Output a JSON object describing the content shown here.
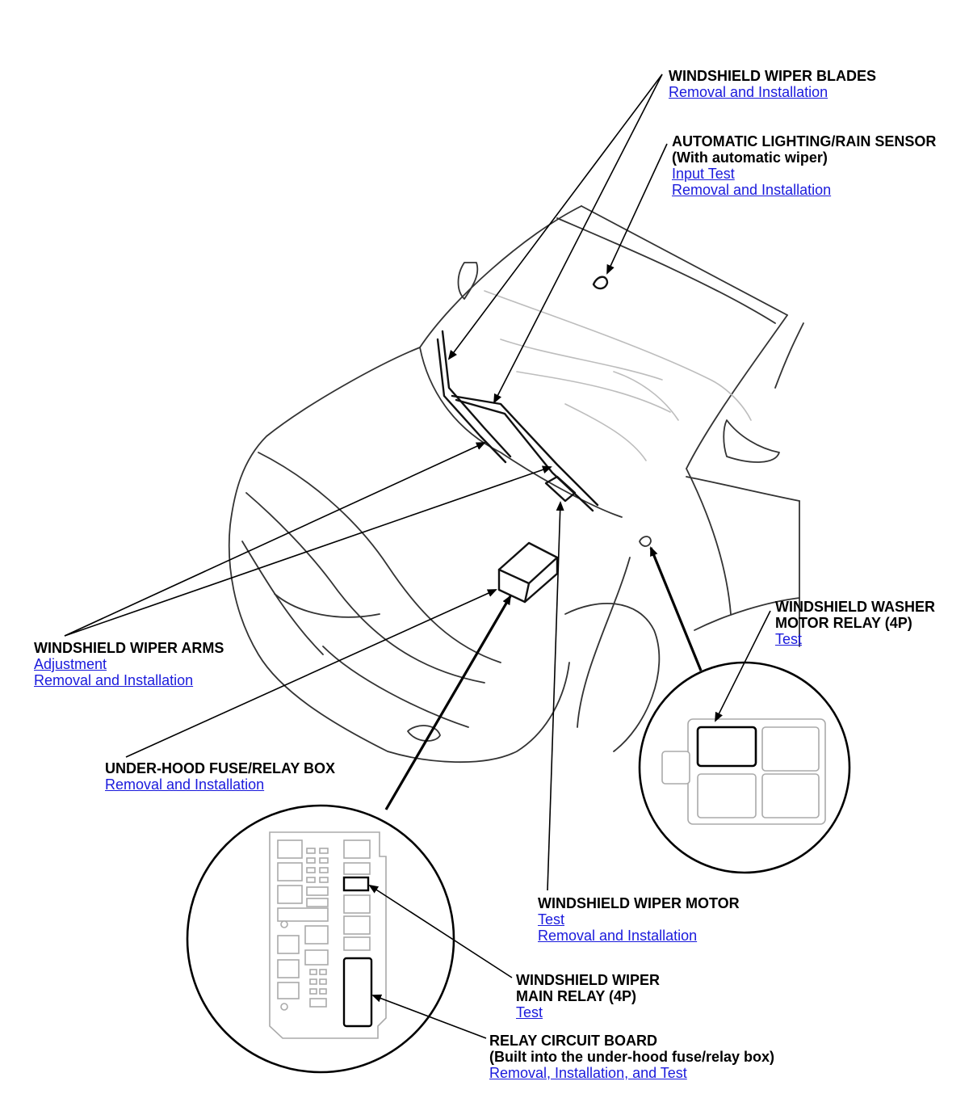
{
  "callouts": {
    "wiper_blades": {
      "title": "WINDSHIELD WIPER BLADES",
      "links": [
        "Removal and Installation"
      ]
    },
    "rain_sensor": {
      "title": "AUTOMATIC LIGHTING/RAIN SENSOR",
      "subtitle": "(With automatic wiper)",
      "links": [
        "Input Test",
        "Removal and Installation"
      ]
    },
    "washer_relay": {
      "title1": "WINDSHIELD WASHER",
      "title2": "MOTOR RELAY (4P)",
      "links": [
        "Test"
      ]
    },
    "wiper_arms": {
      "title": "WINDSHIELD WIPER ARMS",
      "links": [
        "Adjustment",
        "Removal and Installation"
      ]
    },
    "fuse_box": {
      "title": "UNDER-HOOD FUSE/RELAY BOX",
      "links": [
        "Removal and Installation"
      ]
    },
    "wiper_motor": {
      "title": "WINDSHIELD WIPER MOTOR",
      "links": [
        "Test",
        "Removal and Installation"
      ]
    },
    "main_relay": {
      "title1": "WINDSHIELD WIPER",
      "title2": "MAIN RELAY (4P)",
      "links": [
        "Test"
      ]
    },
    "relay_board": {
      "title": "RELAY CIRCUIT BOARD",
      "subtitle": "(Built into the under-hood fuse/relay box)",
      "links": [
        "Removal, Installation, and Test"
      ]
    }
  },
  "colors": {
    "link": "#1a1adc",
    "text": "#000000",
    "ghost_line": "#bdbdbd"
  }
}
